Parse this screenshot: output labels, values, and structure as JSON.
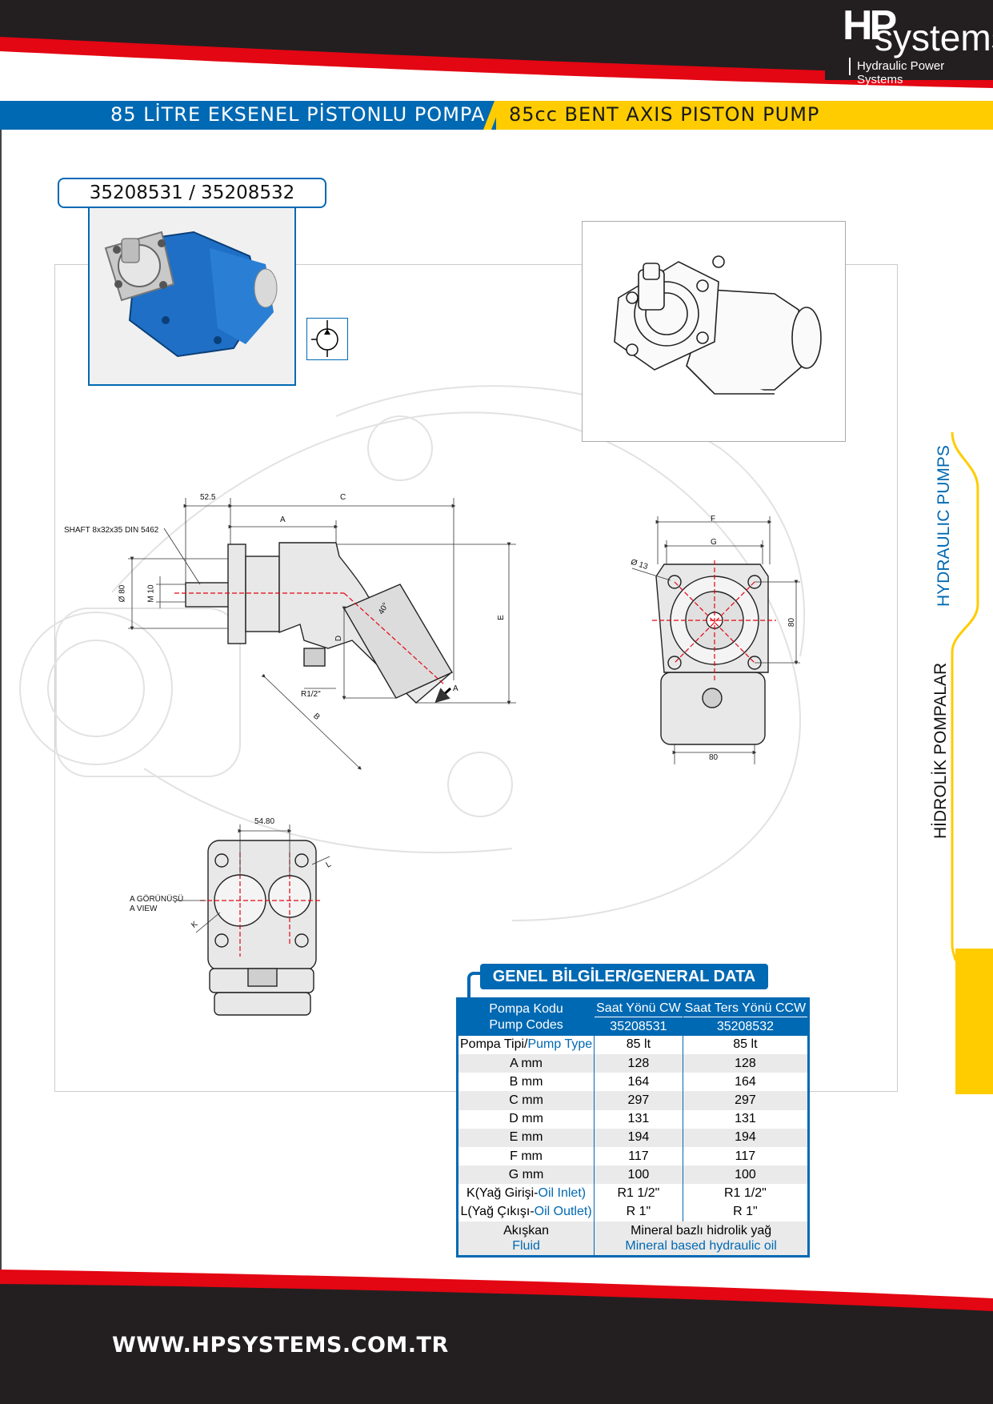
{
  "header": {
    "logo_hp": "HP",
    "logo_systems": "systems",
    "logo_subtitle": "Hydraulic Power Systems",
    "title_tr": "85 LİTRE EKSENEL PİSTONLU POMPA",
    "title_en": "85cc BENT AXIS PISTON PUMP"
  },
  "product": {
    "codes": "35208531 / 35208532"
  },
  "drawing": {
    "shaft_note": "SHAFT 8x32x35 DIN 5462",
    "dim_52_5": "52.5",
    "dim_c": "C",
    "dim_a": "A",
    "dim_e": "E",
    "dim_d": "D",
    "dim_b": "B",
    "dim_angle": "40°",
    "dim_r12": "R1/2\"",
    "dim_arrow_a": "A",
    "dim_80_dia": "Ø 80",
    "dim_m10": "M 10",
    "dim_f": "F",
    "dim_g": "G",
    "dim_13": "Ø 13",
    "dim_80_side": "80",
    "dim_80_bottom": "80",
    "dim_54_80": "54.80",
    "view_tr": "A GÖRÜNÜŞÜ",
    "view_en": "A VIEW",
    "dim_k": "K",
    "dim_l": "L"
  },
  "side_tab": {
    "en": "HYDRAULIC PUMPS",
    "tr": "HİDROLİK POMPALAR"
  },
  "general_data": {
    "title": "GENEL BİLGİLER/GENERAL DATA",
    "head_code_tr": "Pompa Kodu",
    "head_code_en": "Pump Codes",
    "head_cw": "Saat Yönü CW",
    "head_ccw": "Saat Ters Yönü CCW",
    "code_cw": "35208531",
    "code_ccw": "35208532",
    "rows": [
      {
        "label_tr": "Pompa Tipi/",
        "label_en": "Pump Type",
        "cw": "85 lt",
        "ccw": "85 lt"
      },
      {
        "label_tr": "A mm",
        "label_en": "",
        "cw": "128",
        "ccw": "128"
      },
      {
        "label_tr": "B mm",
        "label_en": "",
        "cw": "164",
        "ccw": "164"
      },
      {
        "label_tr": "C mm",
        "label_en": "",
        "cw": "297",
        "ccw": "297"
      },
      {
        "label_tr": "D mm",
        "label_en": "",
        "cw": "131",
        "ccw": "131"
      },
      {
        "label_tr": "E mm",
        "label_en": "",
        "cw": "194",
        "ccw": "194"
      },
      {
        "label_tr": "F mm",
        "label_en": "",
        "cw": "117",
        "ccw": "117"
      },
      {
        "label_tr": "G mm",
        "label_en": "",
        "cw": "100",
        "ccw": "100"
      },
      {
        "label_tr": "K(Yağ Girişi-",
        "label_en": "Oil Inlet)",
        "cw": "R1 1/2\"",
        "ccw": "R1 1/2\""
      },
      {
        "label_tr": "L(Yağ Çıkışı-",
        "label_en": "Oil  Outlet)",
        "cw": "R 1\"",
        "ccw": "R 1\""
      }
    ],
    "fluid_tr": "Akışkan",
    "fluid_en": "Fluid",
    "fluid_value_tr": "Mineral bazlı hidrolik yağ",
    "fluid_value_en": "Mineral based hydraulic oil"
  },
  "footer": {
    "url": "WWW.HPSYSTEMS.COM.TR"
  },
  "colors": {
    "brand_blue": "#0069b3",
    "brand_yellow": "#ffcc00",
    "brand_red": "#e30613",
    "dark": "#231f20"
  }
}
